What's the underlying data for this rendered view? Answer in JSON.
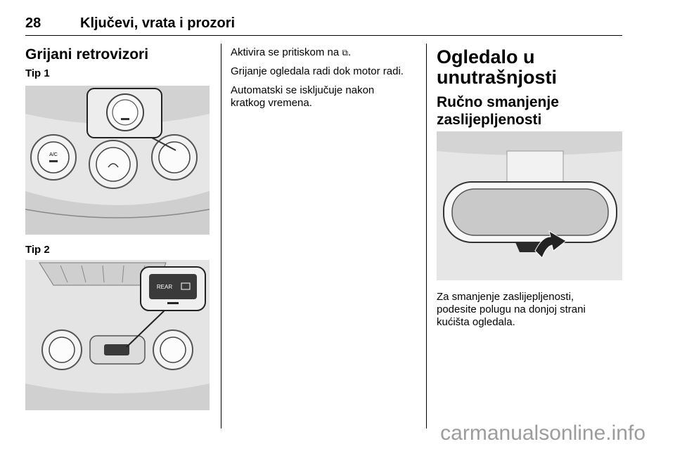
{
  "header": {
    "page_number": "28",
    "chapter_title": "Ključevi, vrata i prozori"
  },
  "col1": {
    "heading": "Grijani retrovizori",
    "type1_label": "Tip 1",
    "type2_label": "Tip 2",
    "fig1": {
      "ac_label": "A/C"
    },
    "fig2": {
      "rear_label": "REAR"
    }
  },
  "col2": {
    "p1_before": "Aktivira se pritiskom na",
    "p1_icon": "rear-defrost-icon",
    "p1_after": ".",
    "p2": "Grijanje ogledala radi dok motor radi.",
    "p3_line1": "Automatski se isključuje nakon",
    "p3_line2": "kratkog vremena."
  },
  "col3": {
    "heading_line1": "Ogledalo u",
    "heading_line2": "unutrašnjosti",
    "subheading_line1": "Ručno smanjenje",
    "subheading_line2": "zaslijepljenosti",
    "p_line1": "Za smanjenje zaslijepljenosti,",
    "p_line2": "podesite polugu na donjoj strani",
    "p_line3": "kućišta ogledala."
  },
  "watermark": "carmanualsonline.info"
}
